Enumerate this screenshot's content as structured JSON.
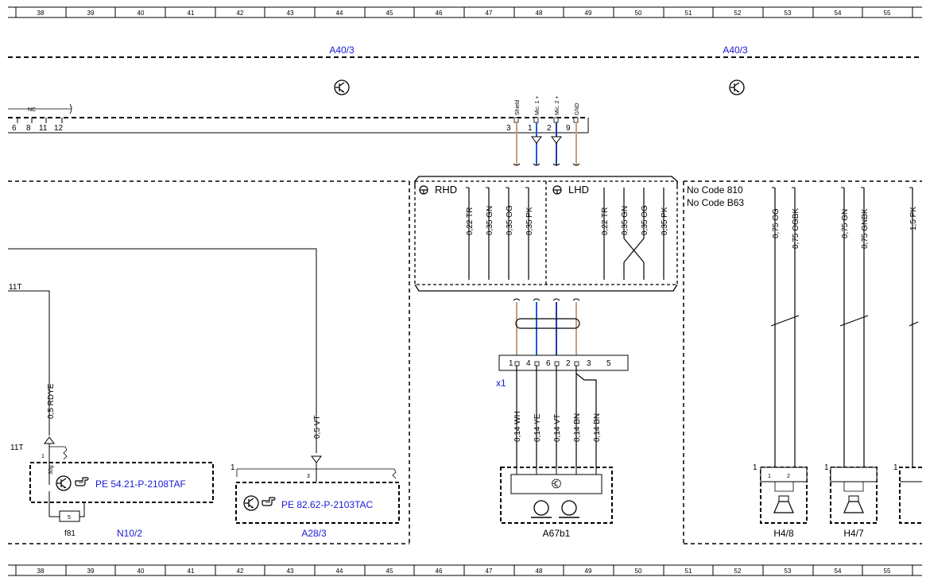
{
  "ruler": {
    "columns": [
      "38",
      "39",
      "40",
      "41",
      "42",
      "43",
      "44",
      "45",
      "46",
      "47",
      "48",
      "49",
      "50",
      "51",
      "52",
      "53",
      "54",
      "55"
    ]
  },
  "modules": {
    "top_left": "A40/3",
    "top_right": "A40/3"
  },
  "left_connector": {
    "nc_label": "NC",
    "pins": [
      "6",
      "8",
      "11",
      "12"
    ]
  },
  "mic_connector": {
    "pins": [
      {
        "name": "Shield",
        "num": "3"
      },
      {
        "name": "Mic. 1 +",
        "num": "1"
      },
      {
        "name": "Mic. 2 +",
        "num": "2"
      },
      {
        "name": "GND",
        "num": "9"
      }
    ]
  },
  "rhd_group": {
    "title": "RHD",
    "wires": [
      "0,22 TR",
      "0,35 GN",
      "0,35 OG",
      "0,35 PK"
    ]
  },
  "lhd_group": {
    "title": "LHD",
    "wires": [
      "0,22 TR",
      "0,35 GN",
      "0,35 OG",
      "0,35 PK"
    ]
  },
  "nocode": {
    "line1": "No Code 810",
    "line2": "No Code B63",
    "wires": [
      "0,75 OG",
      "0,75 OGBK",
      "0,75 GN",
      "0,75 GNBK",
      "1,5 PK"
    ]
  },
  "x1": {
    "label": "x1",
    "pins": [
      "1",
      "4",
      "6",
      "2",
      "3",
      "5"
    ],
    "wires": [
      "0,14 WH",
      "0,14 YE",
      "0,14 VT",
      "0,14 BN",
      "0,14 BN"
    ]
  },
  "n10_2": {
    "label": "N10/2",
    "ref": "PE 54.21-P-2108TAF",
    "wire": "0,5 RDYE",
    "pin11t": "11T",
    "pin1": "1",
    "pin30g": "30g",
    "fuse_num": "5",
    "fuse_label": "f81"
  },
  "left_wire": {
    "label": "11T"
  },
  "a28_3": {
    "label": "A28/3",
    "ref": "PE 82.62-P-2103TAC",
    "wire": "0,5 VT",
    "pin1": "1",
    "pin3": "3"
  },
  "a67b1": {
    "label": "A67b1"
  },
  "h4_8": {
    "label": "H4/8",
    "pins": [
      "1",
      "1",
      "2"
    ]
  },
  "h4_7": {
    "label": "H4/7",
    "pins": [
      "1"
    ]
  },
  "h_right_pin": "1"
}
